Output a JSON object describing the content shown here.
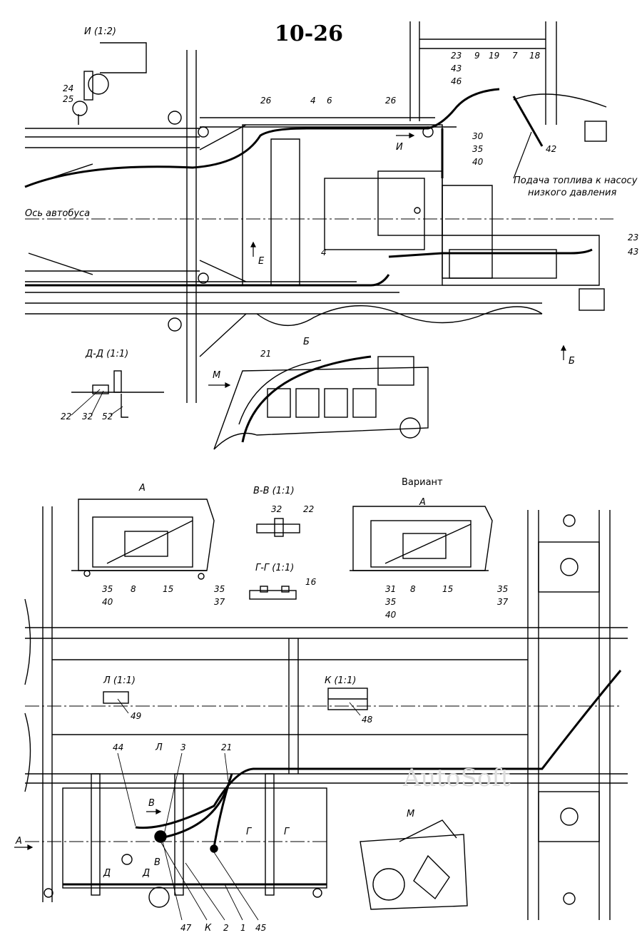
{
  "sheet_number": "10-26",
  "watermark": "AutoSoft",
  "top_view": {
    "axis_label": "Ось автобуса",
    "fuel_supply_note_line1": "Подача топлива к насосу",
    "fuel_supply_note_line2": "низкого давления",
    "view_marks": {
      "I": "И",
      "E": "Е",
      "B": "Б",
      "B2": "Б",
      "M": "М"
    },
    "callouts": {
      "c26a": "26",
      "c4a": "4",
      "c6": "6",
      "c26b": "26",
      "c4b": "4",
      "c23": "23",
      "c43": "43",
      "c46": "46",
      "c9": "9",
      "c19": "19",
      "c7": "7",
      "c18": "18",
      "c30": "30",
      "c35": "35",
      "c40": "40",
      "c42": "42",
      "c23r": "23",
      "c43r": "43",
      "c21": "21"
    }
  },
  "detail_I": {
    "title": "И (1:2)",
    "c24": "24",
    "c25": "25"
  },
  "section_DD": {
    "title": "Д-Д (1:1)",
    "c22": "22",
    "c32": "32",
    "c52": "52"
  },
  "view_A": {
    "title": "А",
    "c35": "35",
    "c40": "40",
    "c8": "8",
    "c15": "15",
    "c35b": "35",
    "c37": "37"
  },
  "section_VV": {
    "title": "В-В (1:1)",
    "c32": "32",
    "c22": "22"
  },
  "section_GG": {
    "title": "Г-Г (1:1)",
    "c16": "16"
  },
  "variant_A": {
    "heading": "Вариант",
    "title": "А",
    "c31": "31",
    "c35": "35",
    "c40": "40",
    "c8": "8",
    "c15": "15",
    "c35b": "35",
    "c37": "37"
  },
  "detail_L": {
    "title": "Л (1:1)",
    "c49": "49"
  },
  "section_K": {
    "title": "К (1:1)",
    "c48": "48"
  },
  "bottom_view": {
    "marks": {
      "A": "А",
      "L": "Л",
      "V1": "В",
      "V2": "В",
      "D1": "Д",
      "D2": "Д",
      "G1": "Г",
      "G2": "Г"
    },
    "callouts": {
      "c44": "44",
      "c3": "3",
      "c21": "21",
      "c47": "47",
      "cK": "К",
      "c2": "2",
      "c1": "1",
      "c45": "45"
    },
    "detail_M_title": "М"
  }
}
